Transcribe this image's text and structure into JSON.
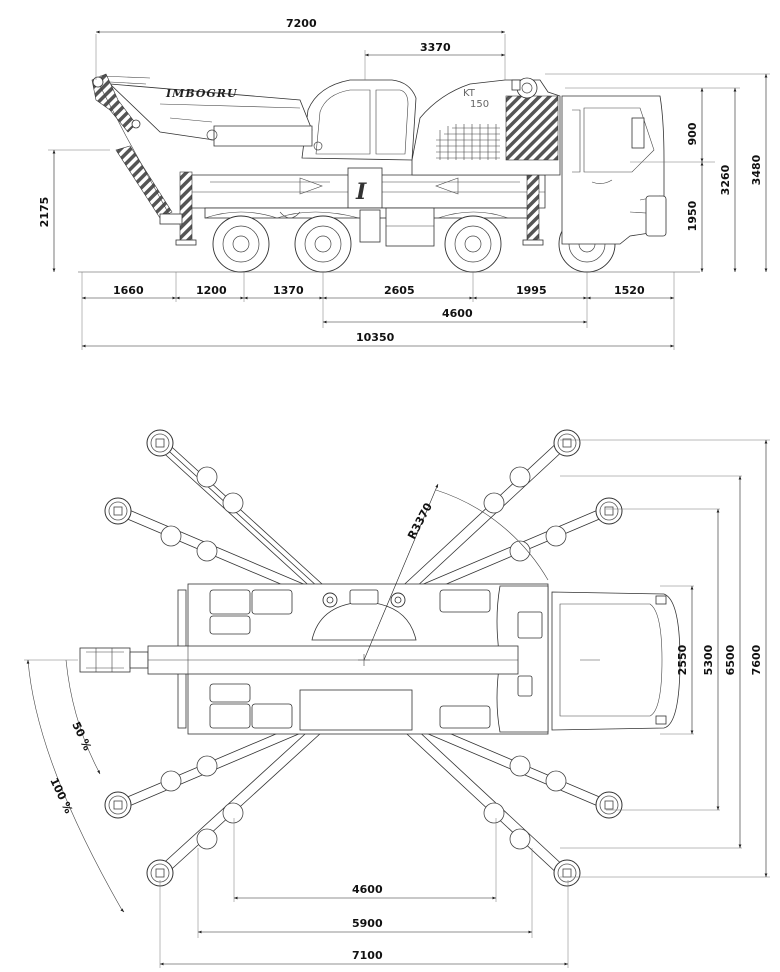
{
  "brand": "IMBOGRU",
  "model_badge": [
    "KT",
    "150"
  ],
  "side_view": {
    "dims_top": [
      "7200",
      "3370"
    ],
    "dims_right": [
      "3480",
      "3260",
      "900",
      "1950"
    ],
    "dim_left": "2175",
    "dims_bottom_row": [
      "1660",
      "1200",
      "1370",
      "2605",
      "1995",
      "1520"
    ],
    "dim_wheelbase": "4600",
    "dim_overall": "10350"
  },
  "plan_view": {
    "radius_label": "R3370",
    "angle_labels": [
      "50 %",
      "100 %"
    ],
    "dims_right": [
      "2550",
      "5300",
      "6500",
      "7600"
    ],
    "dims_bottom": [
      "4600",
      "5900",
      "7100"
    ]
  }
}
